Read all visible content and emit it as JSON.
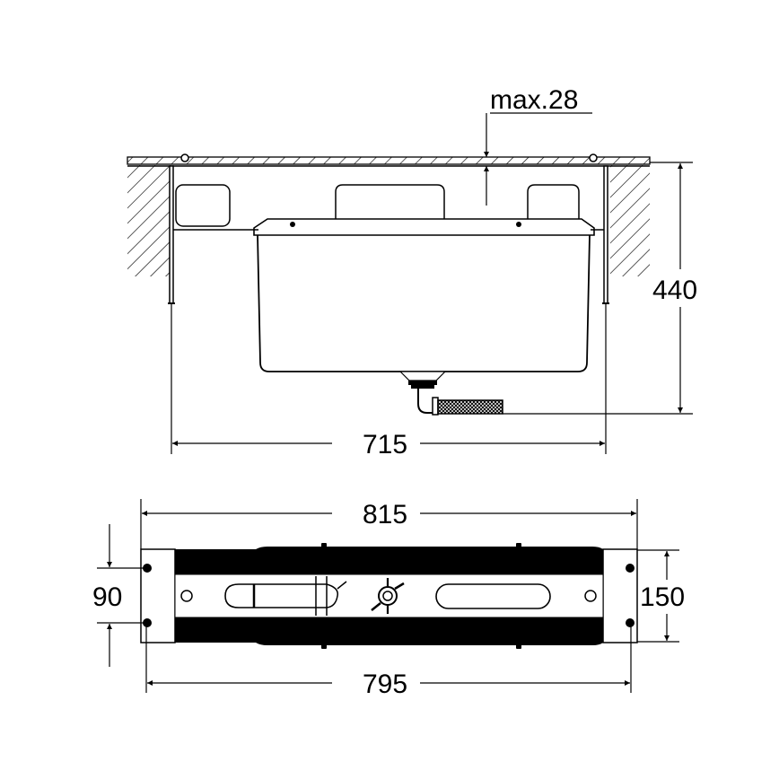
{
  "drawing": {
    "type": "technical-dimension-drawing",
    "colors": {
      "line": "#000000",
      "background": "#ffffff"
    },
    "front_view": {
      "dimensions": {
        "max_depth_label": "max.28",
        "height_label": "440",
        "width_label": "715"
      }
    },
    "top_view": {
      "dimensions": {
        "outer_width_label": "815",
        "inner_width_label": "795",
        "hole_spacing_label": "90",
        "frame_height_label": "150"
      }
    }
  }
}
